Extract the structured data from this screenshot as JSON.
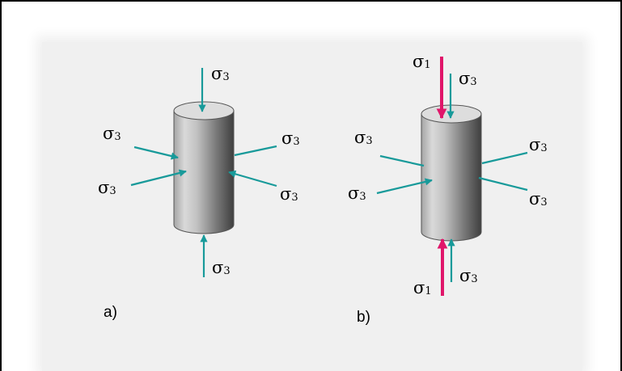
{
  "labels": {
    "sigma": "σ",
    "sub3": "3",
    "sub1": "1"
  },
  "captions": {
    "a": "a)",
    "b": "b)"
  },
  "colors": {
    "confining_arrow": "#189a9a",
    "axial_arrow": "#e0166a",
    "background": "#f0f0f0",
    "cylinder_top": "#dddddd"
  }
}
